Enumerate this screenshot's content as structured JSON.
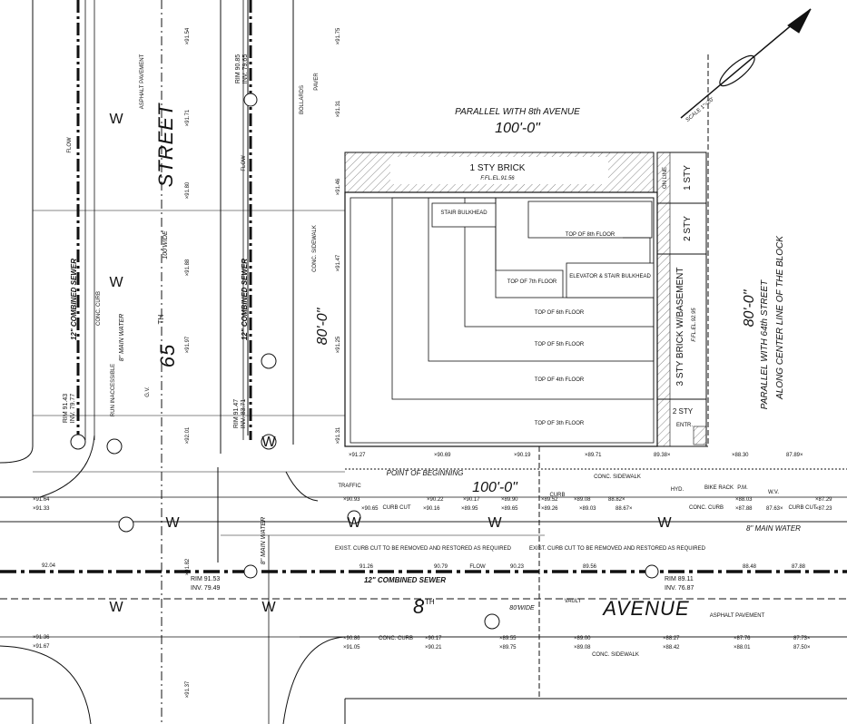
{
  "title": {
    "parallel_8th": "PARALLEL WITH 8th AVENUE",
    "dim_top": "100'-0\"",
    "parallel_64th": "PARALLEL WITH 64th STREET",
    "along_center": "ALONG CENTER LINE OF THE BLOCK",
    "dim_right": "80'-0\"",
    "dim_left": "80'-0\"",
    "dim_bottom": "100'-0\"",
    "scale": "SCALE 1\"=20'",
    "point_of_beginning": "POINT OF BEGINNING"
  },
  "streets": {
    "street_name_1": "65",
    "street_sup": "TH",
    "street_word": "STREET",
    "street_width": "100'WIDE",
    "avenue_name": "8",
    "avenue_sup": "TH",
    "avenue_word": "AVENUE",
    "avenue_width": "80'WIDE",
    "asphalt": "ASPHALT PAVEMENT",
    "paver": "PAVER"
  },
  "buildings": {
    "one_sty_brick": "1 STY BRICK",
    "ffl_1": "F.FL.EL.91.56",
    "one_sty": "1 STY",
    "on_line": "ON LINE",
    "two_sty_a": "2 STY",
    "three_sty": "3 STY BRICK W/BASEMENT",
    "ffl_3": "F.FL.EL.92.95",
    "two_sty_b": "2 STY",
    "entr": "ENTR.",
    "stair_bulkhead": "STAIR BULKHEAD",
    "top_8": "TOP OF 8th FLOOR",
    "top_7": "TOP OF 7th FLOOR",
    "elev": "ELEVATOR & STAIR BULKHEAD",
    "top_6": "TOP OF 6th FLOOR",
    "top_5": "TOP OF 5th FLOOR",
    "top_4": "TOP OF 4th FLOOR",
    "top_3": "TOP OF 3th FLOOR"
  },
  "utilities": {
    "combined_sewer_v": "12\" COMBINED SEWER",
    "combined_sewer_h": "12\" COMBINED SEWER",
    "main_water_v": "8\" MAIN WATER",
    "main_water_h": "8\" MAIN WATER",
    "main_water_2": "8\" MAIN WATER",
    "flow": "FLOW",
    "run_inaccessible": "RUN INACCESSIBLE",
    "rim_1": "RIM 91.43",
    "inv_1": "INV. 79.77",
    "rim_2": "RIM 91.47",
    "inv_2": "INV. 83.71",
    "rim_3": "RIM 91.53",
    "inv_3": "INV. 79.49",
    "rim_4": "RIM 89.11",
    "inv_4": "INV. 76.87",
    "rim_5": "RIM 90.85",
    "inv_5": "INV. 79.65",
    "vault": "VAULT"
  },
  "sidewalk": {
    "conc_sidewalk": "CONC. SIDEWALK",
    "conc_curb": "CONC. CURB",
    "curb_cut": "CURB CUT",
    "curb": "CURB",
    "traffic": "TRAFFIC",
    "hyd": "HYD.",
    "bike_rack": "BIKE RACK",
    "pm": "P.M.",
    "wv": "W.V.",
    "gv": "G.V.",
    "bollards": "BOLLARDS",
    "exist_curb_1": "EXIST. CURB CUT TO BE REMOVED AND RESTORED AS REQUIRED",
    "exist_curb_2": "EXIST. CURB CUT TO BE REMOVED AND RESTORED AS REQUIRED"
  },
  "elevations": {
    "e1": "×91.64",
    "e2": "×91.33",
    "e3": "92.04",
    "e4": "×91.36",
    "e5": "×91.67",
    "e6": "×91.27",
    "e7": "×90.69",
    "e8": "×90.19",
    "e9": "×89.71",
    "e10": "89.38×",
    "e11": "×88.30",
    "e12": "87.89×",
    "e13": "×90.93",
    "e14": "×90.22",
    "e15": "×90.17",
    "e16": "×89.90",
    "e17": "×89.52",
    "e18": "×89.08",
    "e19": "88.82×",
    "e20": "×88.03",
    "e21": "×87.29",
    "e22": "×90.65",
    "e23": "×90.16",
    "e24": "×89.95",
    "e25": "×89.65",
    "e26": "×89.26",
    "e27": "×89.03",
    "e28": "88.67×",
    "e29": "×87.88",
    "e30": "87.63×",
    "e31": "×87.23",
    "e32": "91.26",
    "e33": "90.79",
    "e34": "90.23",
    "e35": "89.56",
    "e36": "88.48",
    "e37": "87.88",
    "e38": "×90.86",
    "e39": "×90.17",
    "e40": "×89.55",
    "e41": "×89.00",
    "e42": "×88.27",
    "e43": "×87.76",
    "e44": "87.73×",
    "e45": "×91.05",
    "e46": "×90.21",
    "e47": "×89.75",
    "e48": "×89.08",
    "e49": "×88.42",
    "e50": "×88.01",
    "e51": "87.50×",
    "e52": "×91.54",
    "e53": "×91.71",
    "e54": "×91.80",
    "e55": "×91.88",
    "e56": "×91.97",
    "e57": "×92.01",
    "e58": "×91.75",
    "e59": "×91.31",
    "e60": "×91.46",
    "e61": "×91.47",
    "e62": "×91.25",
    "e63": "×91.31",
    "e64": "×91.82",
    "e65": "×91.37"
  },
  "colors": {
    "line": "#111111",
    "hatch": "#555555",
    "background": "#ffffff"
  }
}
